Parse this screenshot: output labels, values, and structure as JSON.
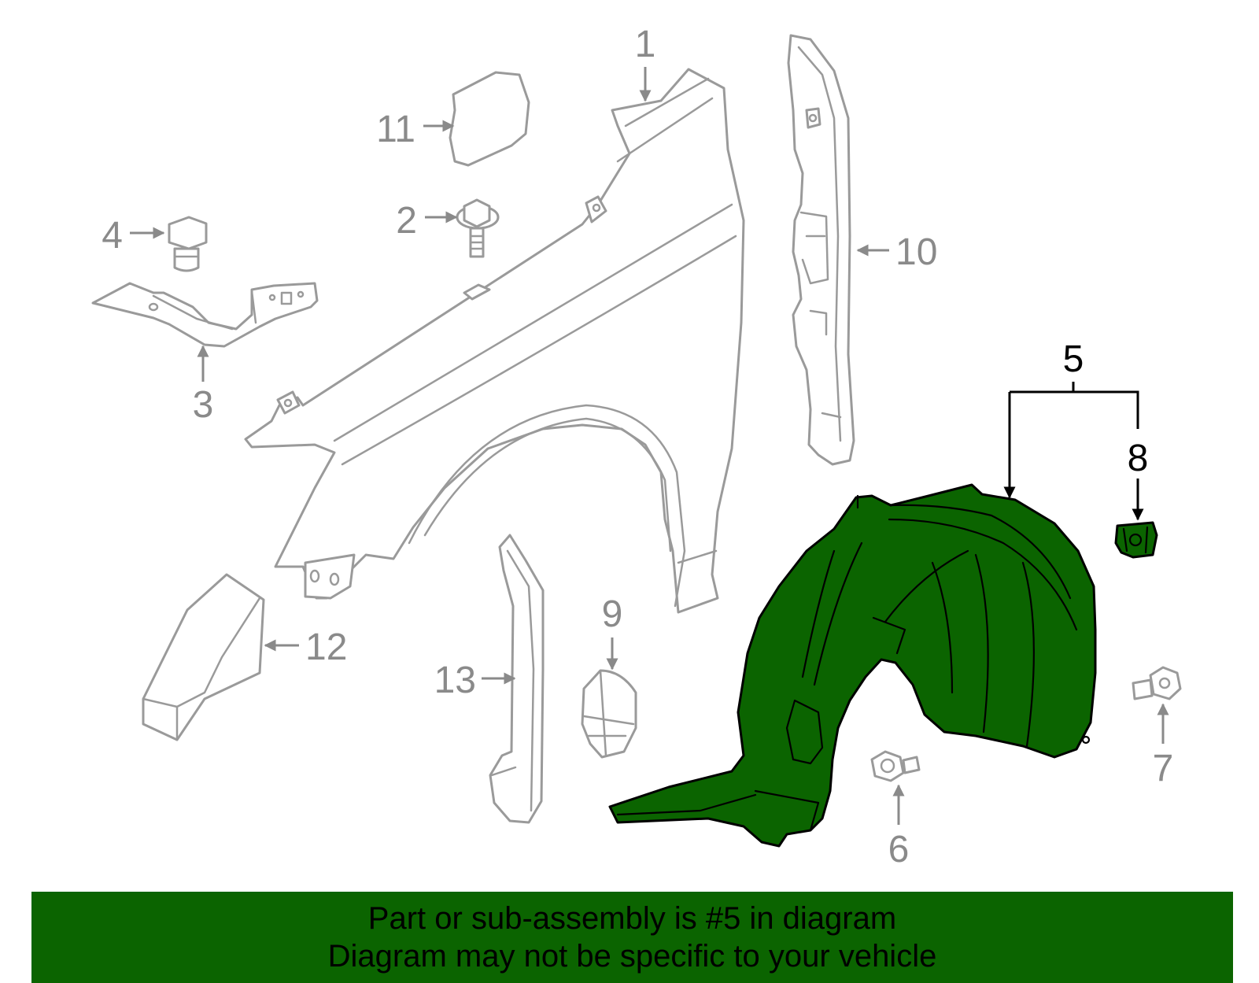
{
  "colors": {
    "highlight": "#0b6400",
    "outline": "#9a9a9a",
    "highlight_outline": "#000000"
  },
  "callouts": {
    "c1": "1",
    "c2": "2",
    "c3": "3",
    "c4": "4",
    "c5": "5",
    "c6": "6",
    "c7": "7",
    "c8": "8",
    "c9": "9",
    "c10": "10",
    "c11": "11",
    "c12": "12",
    "c13": "13"
  },
  "banner": {
    "line1": "Part or sub-assembly is #5 in diagram",
    "line2": "Diagram may not be specific to your vehicle"
  }
}
